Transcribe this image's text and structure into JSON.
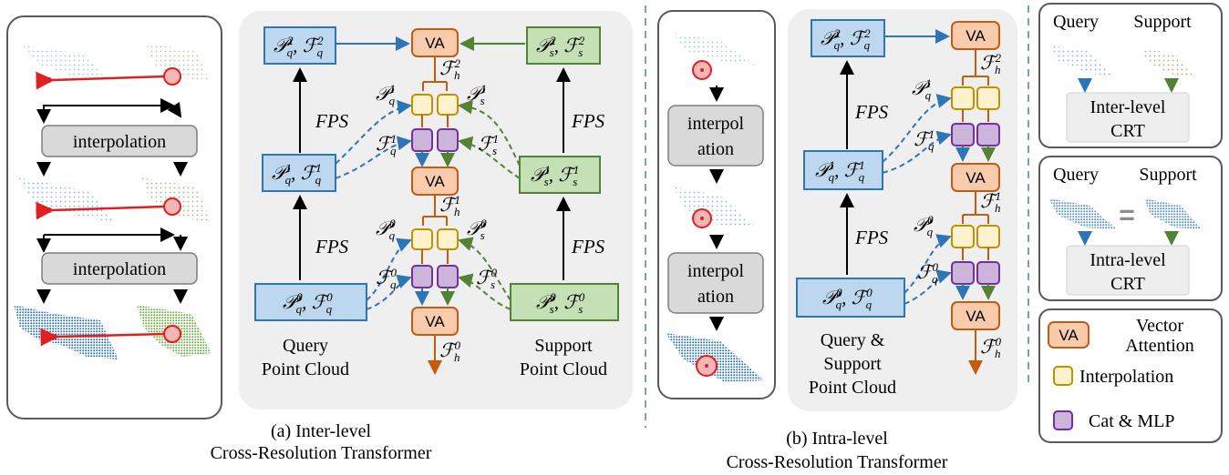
{
  "left_panel": {
    "interp_label": "interpolation"
  },
  "panel_a": {
    "caption_line1": "(a)  Inter-level",
    "caption_line2": "Cross-Resolution Transformer",
    "fps": "FPS",
    "va": "VA",
    "query_label_1": "Query",
    "query_label_2": "Point Cloud",
    "support_label_1": "Support",
    "support_label_2": "Point Cloud"
  },
  "mid_panel": {
    "interp_line1": "interpol",
    "interp_line2": "ation"
  },
  "panel_b": {
    "caption_line1": "(b) Intra-level",
    "caption_line2": "Cross-Resolution Transformer",
    "fps": "FPS",
    "va": "VA",
    "label_line1": "Query &",
    "label_line2": "Support",
    "label_line3": "Point Cloud"
  },
  "right_panel": {
    "inter_query": "Query",
    "inter_support": "Support",
    "inter_crt_line1": "Inter-level",
    "inter_crt_line2": "CRT",
    "intra_query": "Query",
    "intra_support": "Support",
    "intra_crt_line1": "Intra-level",
    "intra_crt_line2": "CRT",
    "equals": "="
  },
  "legend": {
    "va_box": "VA",
    "va_text_line1": "Vector",
    "va_text_line2": "Attention",
    "interp_text": "Interpolation",
    "mlp_text": "Cat & MLP"
  },
  "colors": {
    "query_blue": "#2e75b6",
    "support_green": "#70ad47",
    "va_orange": "#c55a11",
    "interp_yellow": "#bf9000",
    "mlp_purple": "#7030a0",
    "red": "#e02020"
  }
}
